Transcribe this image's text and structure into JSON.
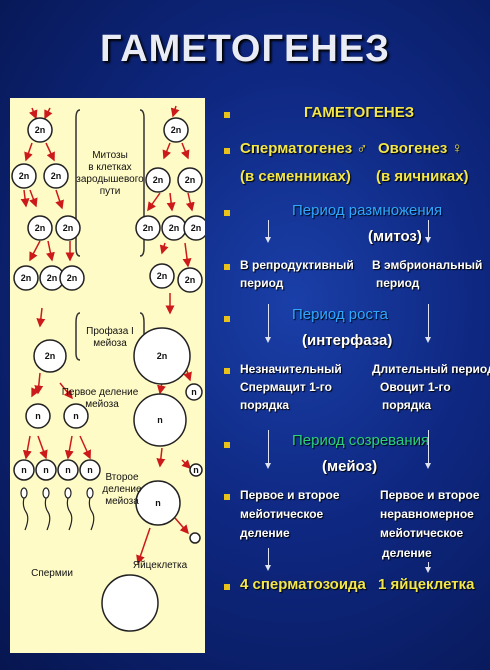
{
  "title": "ГАМЕТОГЕНЕЗ",
  "diagram": {
    "cell_2n": "2n",
    "cell_n": "n",
    "label_mitosis": [
      "Митозы",
      "в клетках",
      "зародышевого",
      "пути"
    ],
    "label_prophase": [
      "Профаза I",
      "мейоза"
    ],
    "label_first_division": [
      "Первое деление",
      "мейоза"
    ],
    "label_second_division": [
      "Второе",
      "деление",
      "мейоза"
    ],
    "label_sperm": "Спермии",
    "label_egg": "Яйцеклетка"
  },
  "list": {
    "heading": "ГАМЕТОГЕНЕЗ",
    "spermatogenesis": "Сперматогенез ♂",
    "oogenesis": "Овогенез ♀",
    "in_testes": "(в семенниках)",
    "in_ovaries": "(в яичниках)",
    "period_reproduction": "Период размножения",
    "mitosis": "(митоз)",
    "repro_left_1": "В репродуктивный",
    "repro_left_2": "период",
    "repro_right_1": "В эмбриональный",
    "repro_right_2": "период",
    "period_growth": "Период  роста",
    "interphase": "(интерфаза)",
    "growth_left_1": "Незначительный",
    "growth_left_2": "Спермацит 1-го",
    "growth_left_3": "порядка",
    "growth_right_1": "Длительный период",
    "growth_right_2": "Овоцит 1-го",
    "growth_right_3": "порядка",
    "period_maturation": "Период созревания",
    "meiosis": "(мейоз)",
    "mat_left_1": "Первое и второе",
    "mat_left_2": "мейотическое",
    "mat_left_3": "деление",
    "mat_right_1": "Первое и второе",
    "mat_right_2": "неравномерное",
    "mat_right_3": "мейотическое",
    "mat_right_4": "деление",
    "result_left": "4 сперматозоида",
    "result_right": "1 яйцеклетка"
  },
  "colors": {
    "background": "#0e2780",
    "bullet": "#e8c21b",
    "heading_yellow": "#f2e64a",
    "green": "#2bd07a",
    "blue": "#2ea7ff",
    "panel": "#fffbc7",
    "arrow_red": "#cc1a1a"
  }
}
